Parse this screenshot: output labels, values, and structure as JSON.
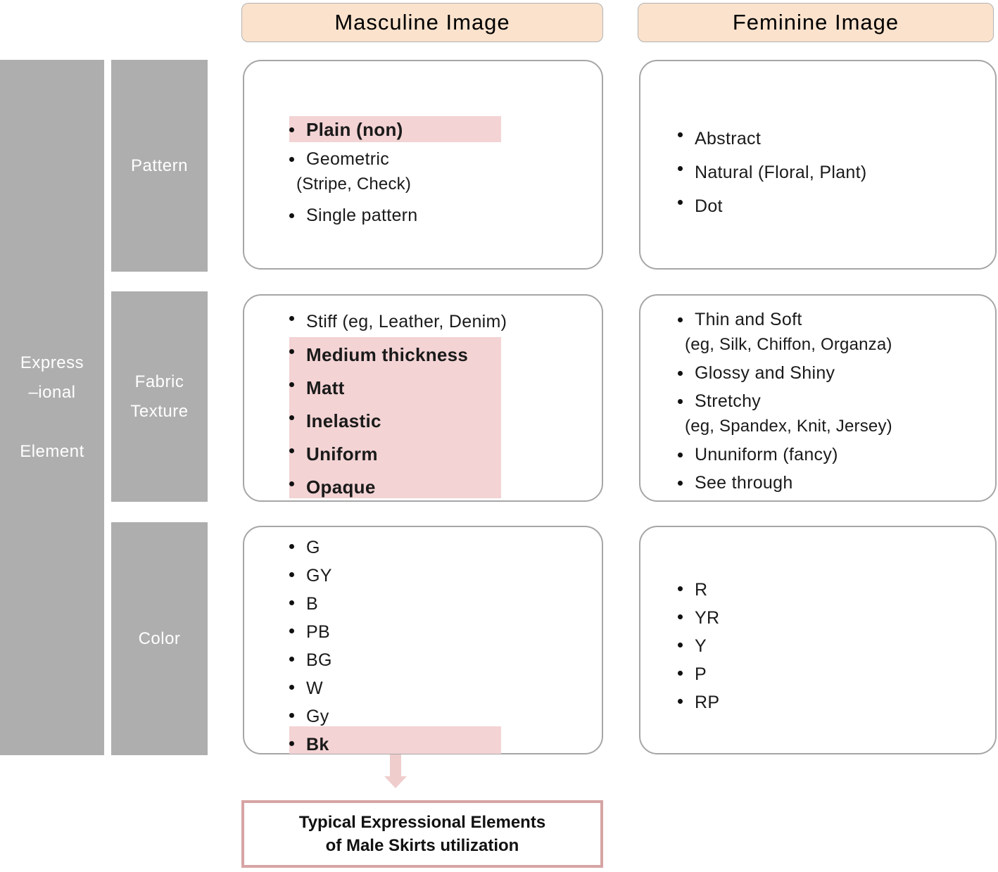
{
  "headers": {
    "masculine": "Masculine  Image",
    "feminine": "Feminine  Image"
  },
  "row_labels": {
    "element_line1": "Express",
    "element_line2": "–ional",
    "element_line3": "Element",
    "pattern": "Pattern",
    "fabric_line1": "Fabric",
    "fabric_line2": "Texture",
    "color": "Color"
  },
  "colors": {
    "header_fill": "#fae2cd",
    "gray_label": "#aeaeae",
    "highlight_pink": "#f3d3d4",
    "card_border": "#a6a6a6",
    "arrow": "#f0cdcd",
    "conclusion_border": "#d6a4a4"
  },
  "masculine": {
    "pattern": [
      {
        "text": "Plain (non)",
        "highlighted": true
      },
      {
        "text": "Geometric",
        "sub": "(Stripe,  Check)",
        "highlighted": false
      },
      {
        "text": "Single  pattern",
        "highlighted": false
      }
    ],
    "fabric_texture": [
      {
        "text": "Stiff  (eg, Leather,  Denim)",
        "highlighted": false
      },
      {
        "text": "Medium thickness",
        "highlighted": true
      },
      {
        "text": "Matt",
        "highlighted": true
      },
      {
        "text": "Inelastic",
        "highlighted": true
      },
      {
        "text": "Uniform",
        "highlighted": true
      },
      {
        "text": "Opaque",
        "highlighted": true
      }
    ],
    "color": [
      {
        "text": "G",
        "highlighted": false
      },
      {
        "text": "GY",
        "highlighted": false
      },
      {
        "text": "B",
        "highlighted": false
      },
      {
        "text": "PB",
        "highlighted": false
      },
      {
        "text": "BG",
        "highlighted": false
      },
      {
        "text": "W",
        "highlighted": false
      },
      {
        "text": "Gy",
        "highlighted": false
      },
      {
        "text": "Bk",
        "highlighted": true
      }
    ]
  },
  "feminine": {
    "pattern": [
      {
        "text": "Abstract"
      },
      {
        "text": "Natural  (Floral, Plant)"
      },
      {
        "text": "Dot"
      }
    ],
    "fabric_texture": [
      {
        "text": "Thin  and  Soft",
        "sub": "(eg, Silk, Chiffon,  Organza)"
      },
      {
        "text": "Glossy  and  Shiny"
      },
      {
        "text": "Stretchy",
        "sub": "(eg, Spandex, Knit,  Jersey)"
      },
      {
        "text": "Ununiform  (fancy)"
      },
      {
        "text": "See  through"
      }
    ],
    "color": [
      {
        "text": "R"
      },
      {
        "text": "YR"
      },
      {
        "text": "Y"
      },
      {
        "text": "P"
      },
      {
        "text": "RP"
      }
    ]
  },
  "conclusion": {
    "text": "Typical Expressional Elements\nof Male Skirts utilization"
  }
}
